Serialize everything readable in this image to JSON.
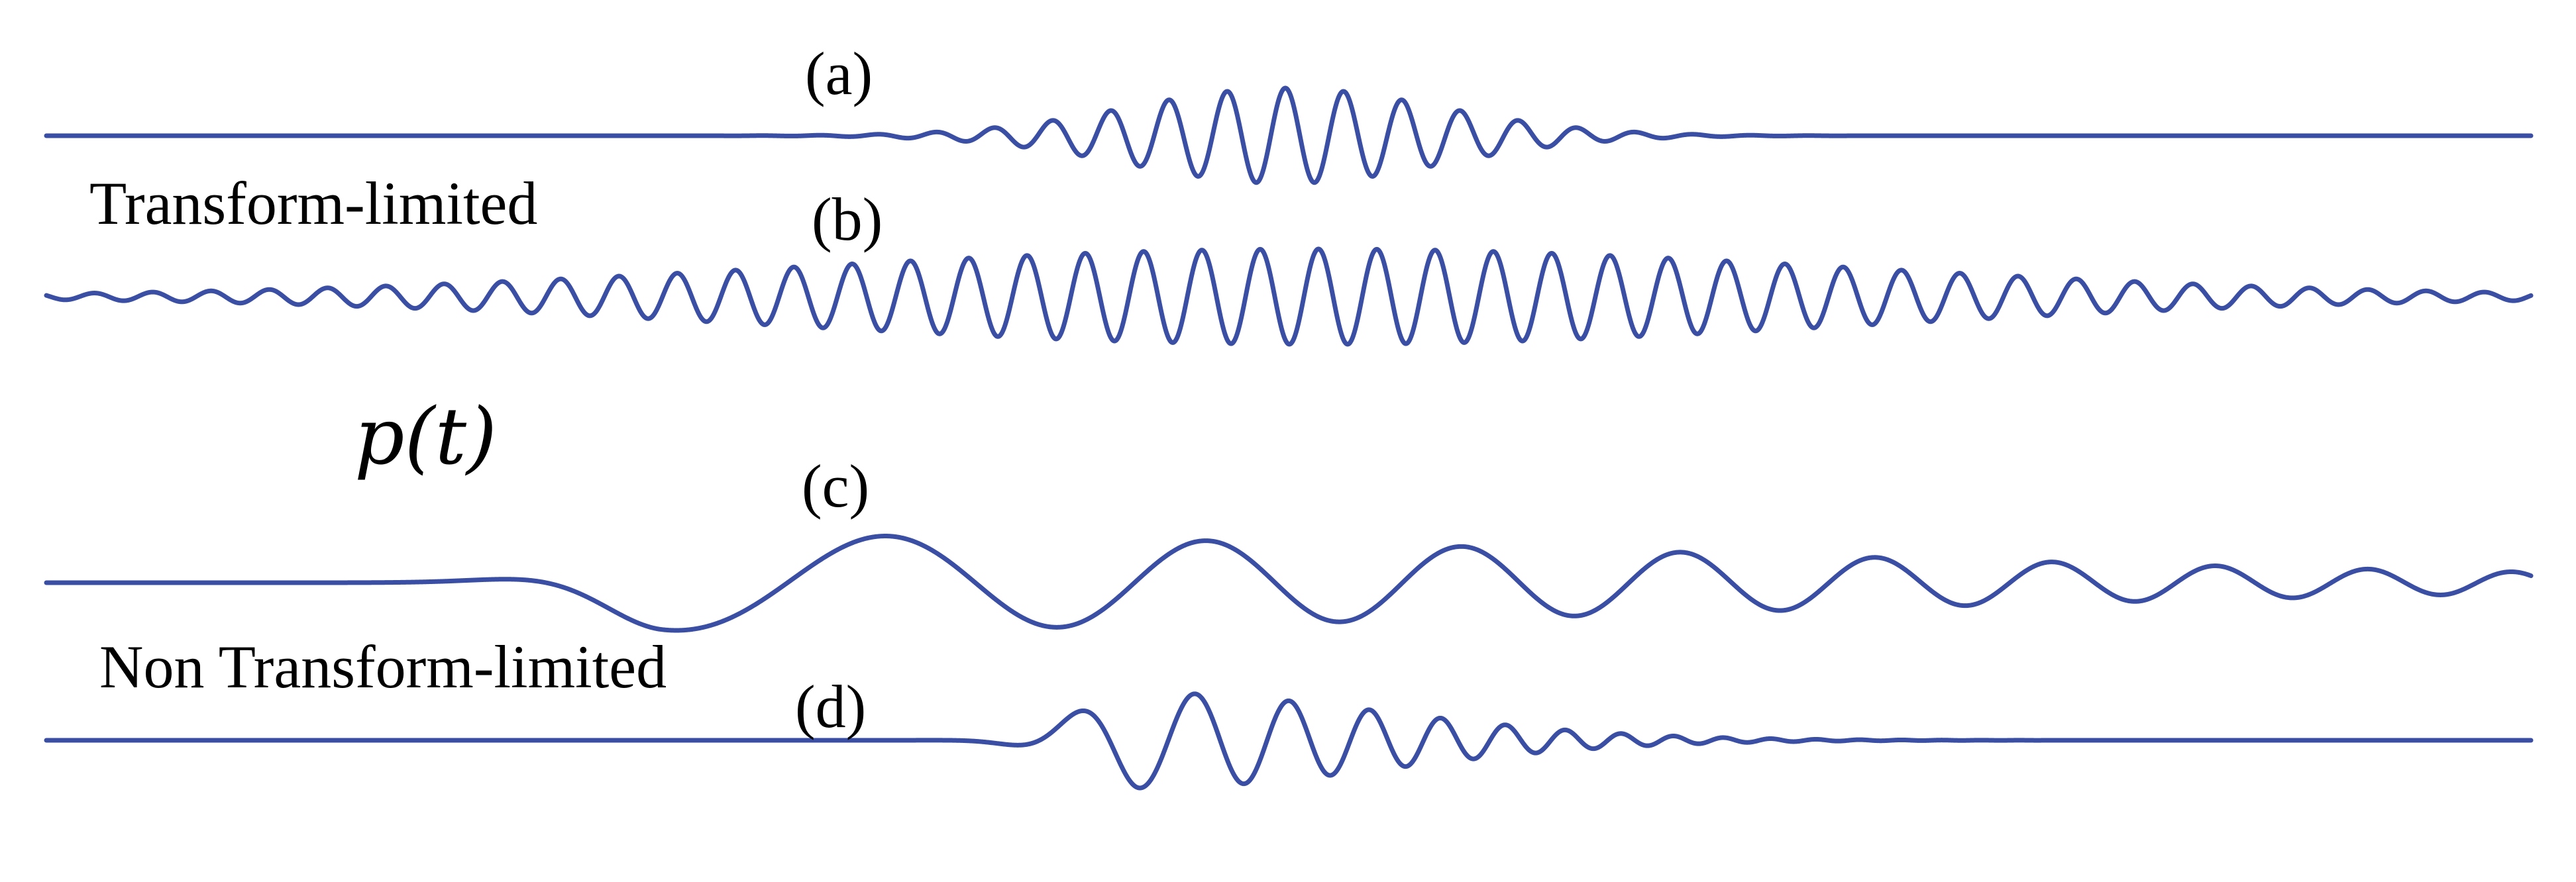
{
  "figure": {
    "line_color": "#3a4ea3",
    "text_color": "#000000",
    "y_axis_label": "p(t)",
    "groups": [
      {
        "id": "transform-limited",
        "label": "Transform-limited"
      },
      {
        "id": "non-transform-limited",
        "label": "Non Transform-limited"
      }
    ],
    "panels": [
      {
        "id": "a",
        "label": "(a)",
        "group": "transform-limited",
        "description_type": "short gaussian pulse, constant frequency"
      },
      {
        "id": "b",
        "label": "(b)",
        "group": "transform-limited",
        "description_type": "long gaussian pulse, constant frequency"
      },
      {
        "id": "c",
        "label": "(c)",
        "group": "non-transform-limited",
        "description_type": "long pulse, up-chirped frequency"
      },
      {
        "id": "d",
        "label": "(d)",
        "group": "non-transform-limited",
        "description_type": "short pulse, strongly up-chirped frequency"
      }
    ]
  }
}
